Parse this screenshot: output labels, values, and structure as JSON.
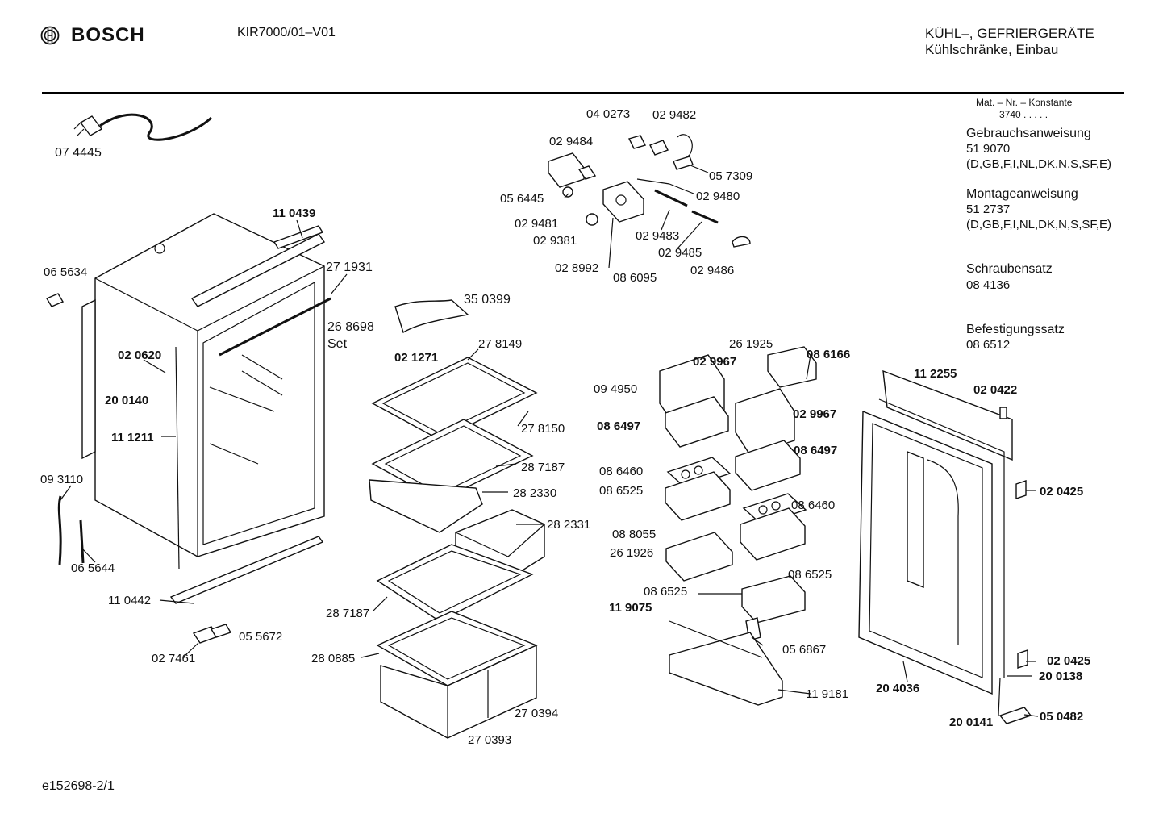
{
  "header": {
    "brand": "BOSCH",
    "brand_icon": "bosch-armature-logo-icon",
    "model": "KIR7000/01–V01",
    "category_line1": "KÜHL–, GEFRIERGERÄTE",
    "category_line2": "Kühlschränke, Einbau"
  },
  "info": {
    "mat_label": "Mat. – Nr. – Konstante",
    "mat_value": "3740 . . . . .",
    "manual_title": "Gebrauchsanweisung",
    "manual_number": "51 9070",
    "manual_langs": "(D,GB,F,I,NL,DK,N,S,SF,E)",
    "mount_title": "Montageanweisung",
    "mount_number": "51 2737",
    "mount_langs": "(D,GB,F,I,NL,DK,N,S,SF,E)",
    "screw_title": "Schraubensatz",
    "screw_number": "08 4136",
    "fix_title": "Befestigungssatz",
    "fix_number": "08 6512"
  },
  "footer": {
    "doc_id": "e152698-2/1"
  },
  "parts": {
    "p074445": "07 4445",
    "p110439": "11 0439",
    "p271931": "27 1931",
    "p065634": "06 5634",
    "p350399": "35 0399",
    "p268698": "26 8698",
    "set": "Set",
    "p021271": "02 1271",
    "p020620": "02 0620",
    "p200140": "20 0140",
    "p111211": "11 1211",
    "p093110": "09 3110",
    "p065644": "06 5644",
    "p110442": "11 0442",
    "p055672": "05 5672",
    "p027461": "02 7461",
    "p278149": "27 8149",
    "p278150": "27 8150",
    "p287187a": "28 7187",
    "p282330": "28 2330",
    "p282331": "28 2331",
    "p287187b": "28 7187",
    "p280885": "28 0885",
    "p270394": "27 0394",
    "p270393": "27 0393",
    "p040273": "04 0273",
    "p029482": "02 9482",
    "p029484": "02 9484",
    "p057309": "05 7309",
    "p056445": "05 6445",
    "p029480": "02 9480",
    "p029481": "02 9481",
    "p029381": "02 9381",
    "p029483": "02 9483",
    "p029485": "02 9485",
    "p028992": "02 8992",
    "p086095": "08 6095",
    "p029486": "02 9486",
    "p261925": "26 1925",
    "p029967a": "02 9967",
    "p086166": "08 6166",
    "p094950": "09 4950",
    "p029967b": "02 9967",
    "p086497a": "08 6497",
    "p086497b": "08 6497",
    "p086460a": "08 6460",
    "p086525a": "08 6525",
    "p086460b": "08 6460",
    "p088055": "08 8055",
    "p261926": "26 1926",
    "p086525b": "08 6525",
    "p086525c": "08 6525",
    "p119075": "11 9075",
    "p056867": "05 6867",
    "p119181": "11 9181",
    "p112255": "11 2255",
    "p020422": "02 0422",
    "p020425a": "02 0425",
    "p020425b": "02 0425",
    "p200138": "20 0138",
    "p204036": "20 4036",
    "p200141": "20 0141",
    "p050482": "05 0482"
  }
}
